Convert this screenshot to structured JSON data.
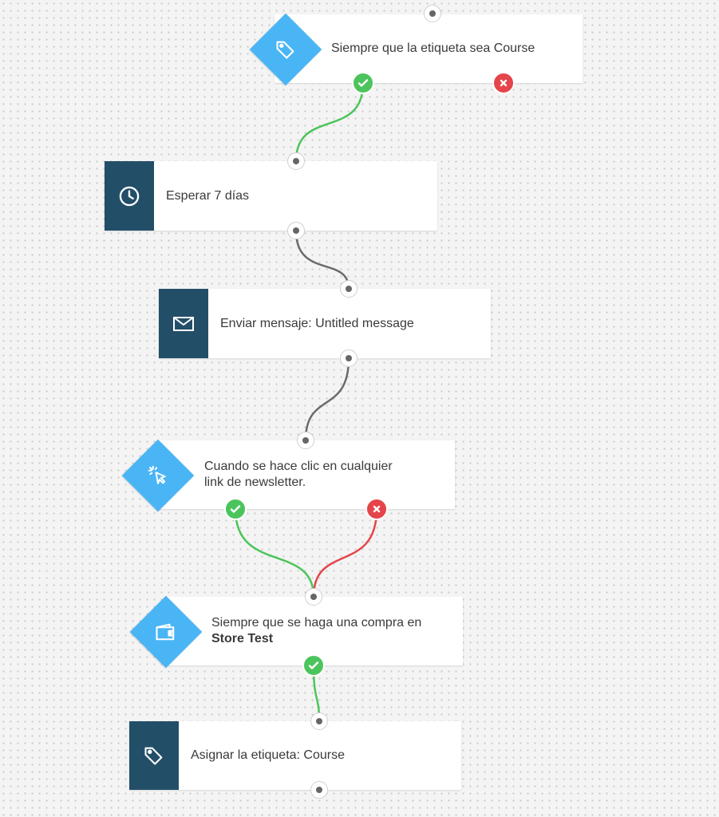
{
  "colors": {
    "node_dark": "#234e68",
    "node_trigger": "#4ab5f5",
    "yes": "#4cc45c",
    "no": "#e5454a",
    "connector": "#6b6b6b"
  },
  "nodes": [
    {
      "id": "tag-condition",
      "icon": "tag-icon",
      "label": "Siempre que la etiqueta sea Course"
    },
    {
      "id": "wait",
      "icon": "clock-icon",
      "label": "Esperar 7 días"
    },
    {
      "id": "send-message",
      "icon": "envelope-icon",
      "label": "Enviar mensaje: Untitled message"
    },
    {
      "id": "click-condition",
      "icon": "cursor-click-icon",
      "label_line1": "Cuando se hace clic en cualquier",
      "label_line2": "link de newsletter."
    },
    {
      "id": "purchase-condition",
      "icon": "wallet-icon",
      "label_prefix": "Siempre que se haga una compra en",
      "label_bold": "Store Test"
    },
    {
      "id": "assign-tag",
      "icon": "tag-icon",
      "label": "Asignar la etiqueta: Course"
    }
  ]
}
